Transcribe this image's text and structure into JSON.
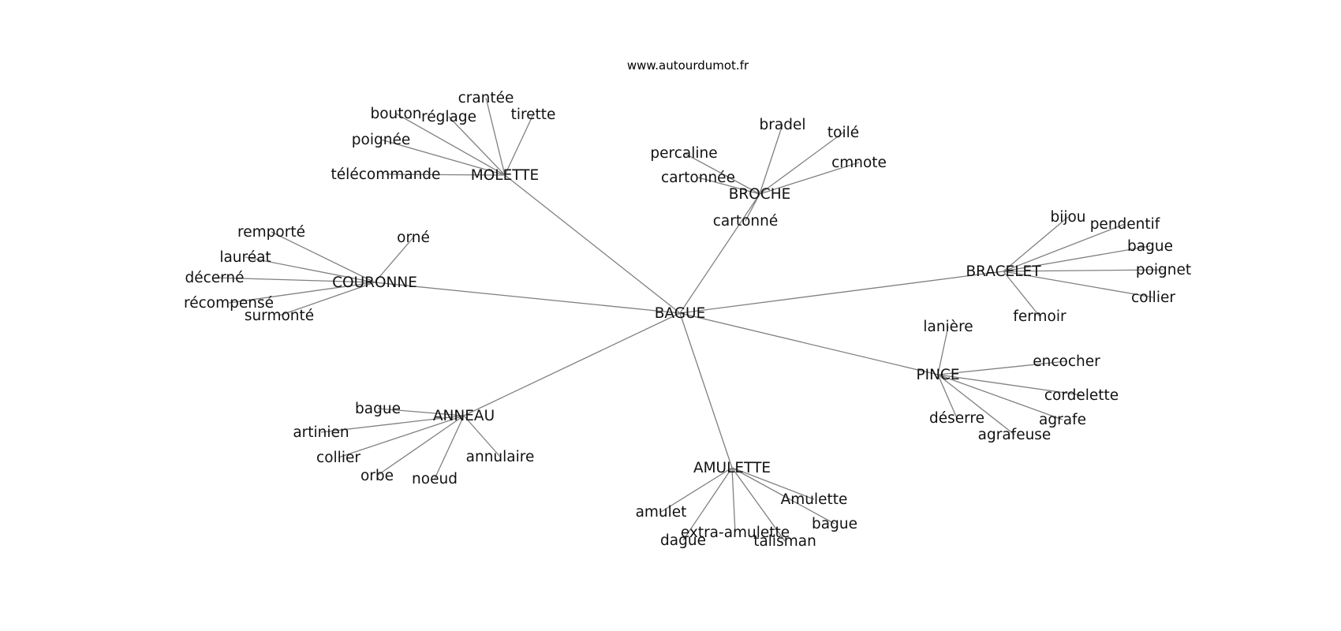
{
  "header": {
    "site": "www.autourdumot.fr"
  },
  "graph": {
    "center": "BAGUE",
    "clusters": [
      {
        "word": "MOLETTE",
        "leaves": [
          "crantée",
          "bouton",
          "réglage",
          "tirette",
          "poignée",
          "télécommande"
        ]
      },
      {
        "word": "BROCHE",
        "leaves": [
          "bradel",
          "toilé",
          "percaline",
          "cmnote",
          "cartonnée",
          "cartonné"
        ]
      },
      {
        "word": "COURONNE",
        "leaves": [
          "remporté",
          "orné",
          "lauréat",
          "décerné",
          "récompensé",
          "surmonté"
        ]
      },
      {
        "word": "BRACELET",
        "leaves": [
          "bijou",
          "pendentif",
          "bague",
          "poignet",
          "collier",
          "fermoir"
        ]
      },
      {
        "word": "PINCE",
        "leaves": [
          "lanière",
          "encocher",
          "cordelette",
          "déserre",
          "agrafe",
          "agrafeuse"
        ]
      },
      {
        "word": "ANNEAU",
        "leaves": [
          "bague",
          "artinien",
          "collier",
          "annulaire",
          "orbe",
          "noeud"
        ]
      },
      {
        "word": "AMULETTE",
        "leaves": [
          "Amulette",
          "amulet",
          "bague",
          "extra-amulette",
          "dague",
          "talisman"
        ]
      }
    ]
  },
  "colors": {
    "edge": "#808080",
    "text": "#111111",
    "background": "#ffffff"
  }
}
